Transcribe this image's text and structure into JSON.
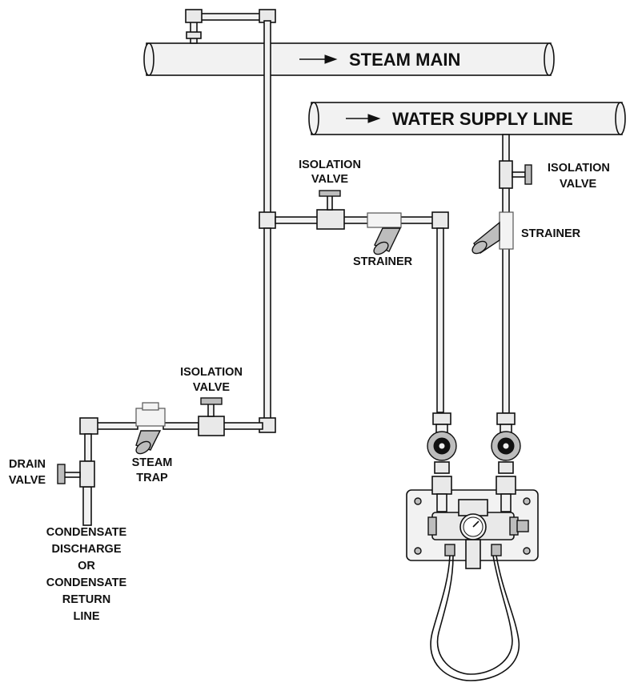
{
  "labels": {
    "steam_main": "STEAM MAIN",
    "water_supply_line": "WATER SUPPLY LINE",
    "isolation_valve_top": [
      "ISOLATION",
      "VALVE"
    ],
    "isolation_valve_right": [
      "ISOLATION",
      "VALVE"
    ],
    "isolation_valve_low": [
      "ISOLATION",
      "VALVE"
    ],
    "strainer_mid": "STRAINER",
    "strainer_right": "STRAINER",
    "steam_trap": [
      "STEAM",
      "TRAP"
    ],
    "drain_valve": [
      "DRAIN",
      "VALVE"
    ],
    "condensate": [
      "CONDENSATE",
      "DISCHARGE",
      "OR",
      "CONDENSATE",
      "RETURN",
      "LINE"
    ]
  },
  "icons": {
    "flow_arrow": "arrow-right-icon",
    "handwheel": "valve-handwheel-icon",
    "gauge": "temperature-gauge-icon"
  }
}
